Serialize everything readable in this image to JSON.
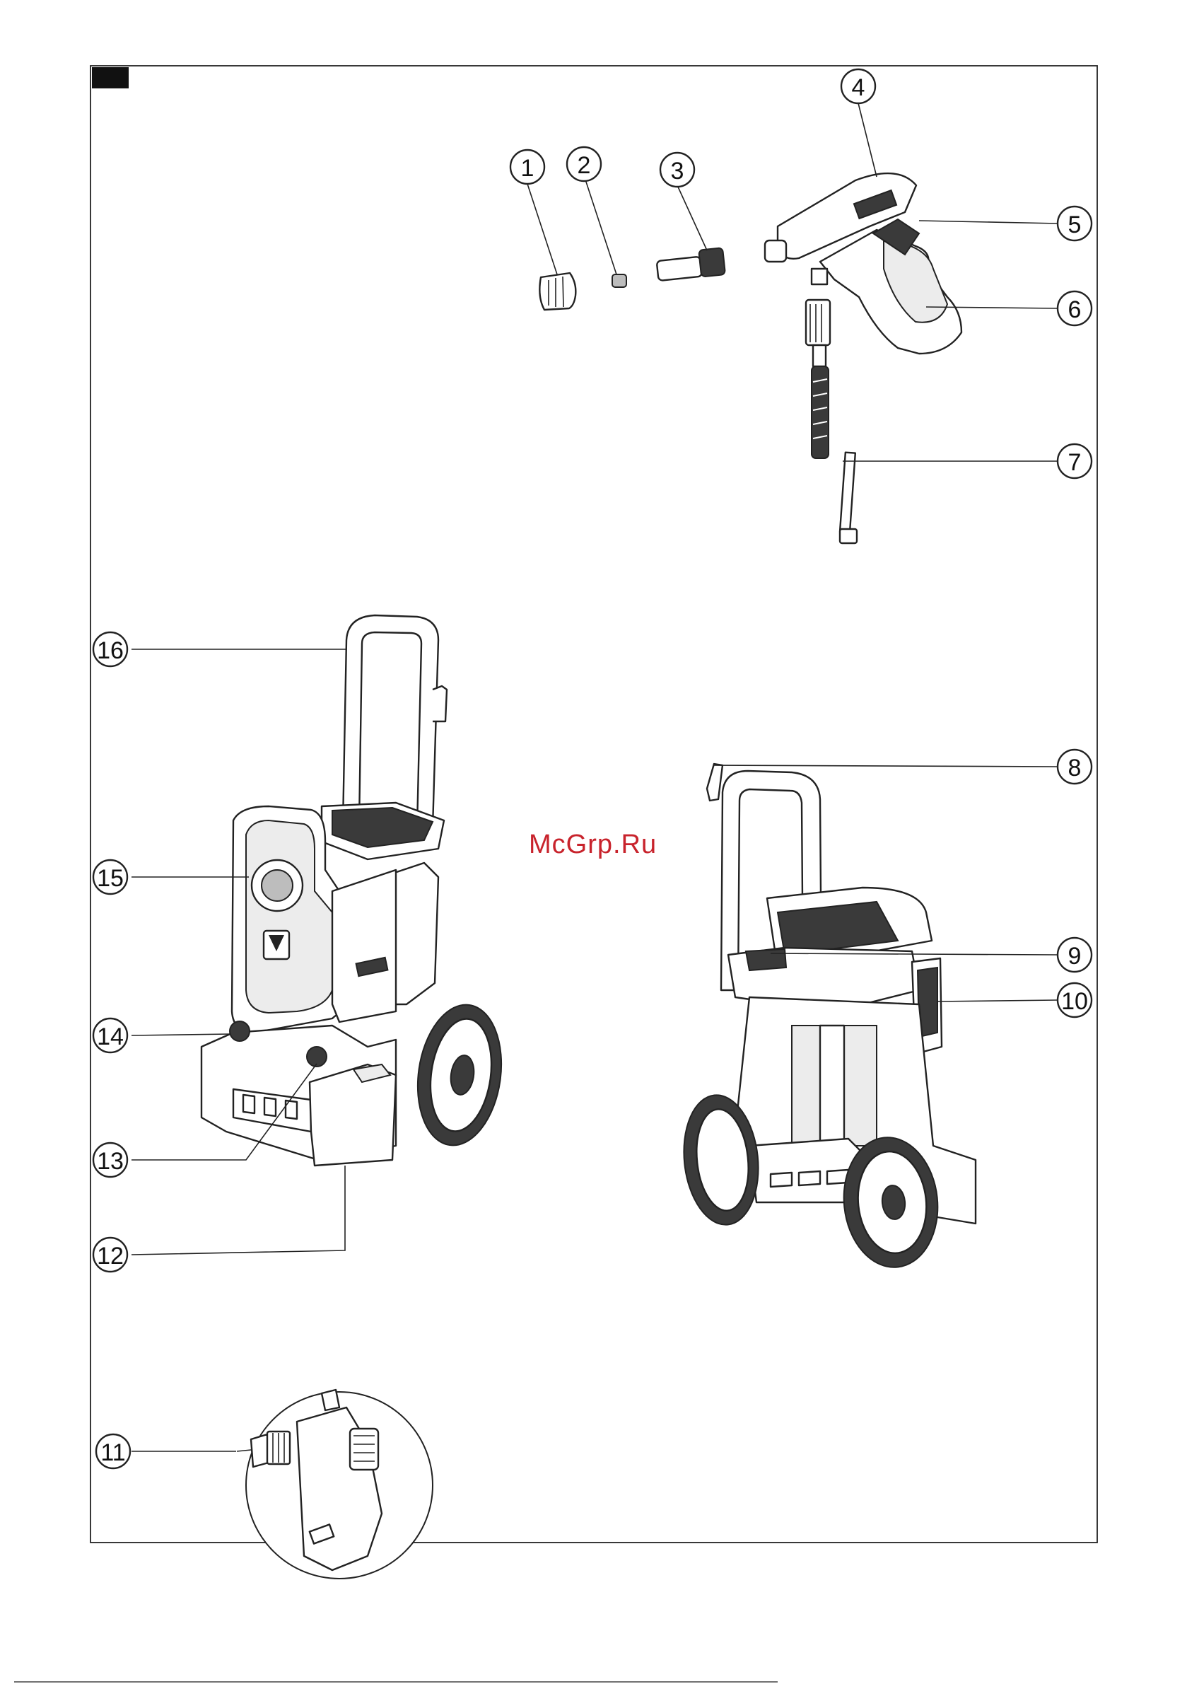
{
  "watermark": "McGrp.Ru",
  "callouts": [
    {
      "n": "1",
      "name": "callout-1"
    },
    {
      "n": "2",
      "name": "callout-2"
    },
    {
      "n": "3",
      "name": "callout-3"
    },
    {
      "n": "4",
      "name": "callout-4"
    },
    {
      "n": "5",
      "name": "callout-5"
    },
    {
      "n": "6",
      "name": "callout-6"
    },
    {
      "n": "7",
      "name": "callout-7"
    },
    {
      "n": "8",
      "name": "callout-8"
    },
    {
      "n": "9",
      "name": "callout-9"
    },
    {
      "n": "10",
      "name": "callout-10"
    },
    {
      "n": "11",
      "name": "callout-11"
    },
    {
      "n": "12",
      "name": "callout-12"
    },
    {
      "n": "13",
      "name": "callout-13"
    },
    {
      "n": "14",
      "name": "callout-14"
    },
    {
      "n": "15",
      "name": "callout-15"
    },
    {
      "n": "16",
      "name": "callout-16"
    }
  ]
}
